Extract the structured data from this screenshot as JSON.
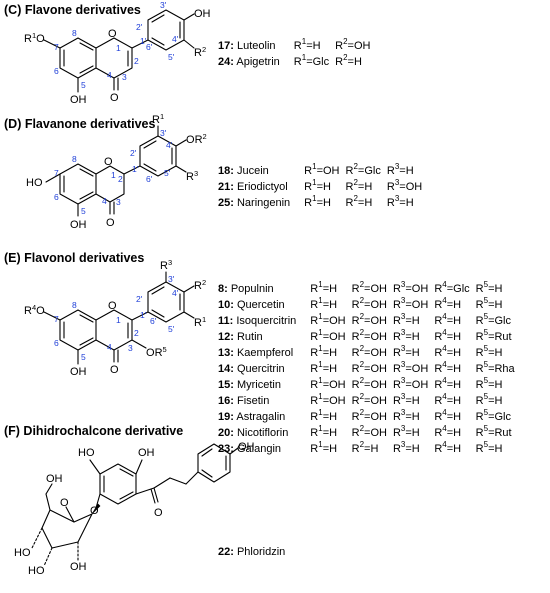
{
  "sections": {
    "C": {
      "title": "(C) Flavone derivatives"
    },
    "D": {
      "title": "(D) Flavanone derivatives"
    },
    "E": {
      "title": "(E) Flavonol derivatives"
    },
    "F": {
      "title": "(F) Dihidrochalcone derivative"
    }
  },
  "atoms": {
    "OH": "OH",
    "O": "O",
    "R": "R",
    "HO": "HO"
  },
  "compounds_C": [
    {
      "num": "17:",
      "name": "Luteolin",
      "r1": "=H",
      "r2": "=OH"
    },
    {
      "num": "24:",
      "name": "Apigetrin",
      "r1": "=Glc",
      "r2": "=H"
    }
  ],
  "compounds_D": [
    {
      "num": "18:",
      "name": "Jucein",
      "r1": "=OH",
      "r2": "=Glc",
      "r3": "=H"
    },
    {
      "num": "21:",
      "name": "Eriodictyol",
      "r1": "=H",
      "r2": "=H",
      "r3": "=OH"
    },
    {
      "num": "25:",
      "name": "Naringenin",
      "r1": "=H",
      "r2": "=H",
      "r3": "=H"
    }
  ],
  "compounds_E": [
    {
      "num": "8:",
      "name": "Populnin",
      "r1": "=H",
      "r2": "=OH",
      "r3": "=OH",
      "r4": "=Glc",
      "r5": "=H"
    },
    {
      "num": "10:",
      "name": "Quercetin",
      "r1": "=H",
      "r2": "=OH",
      "r3": "=OH",
      "r4": "=H",
      "r5": "=H"
    },
    {
      "num": "11:",
      "name": "Isoquercitrin",
      "r1": "=OH",
      "r2": "=OH",
      "r3": "=H",
      "r4": "=H",
      "r5": "=Glc"
    },
    {
      "num": "12:",
      "name": "Rutin",
      "r1": "=OH",
      "r2": "=OH",
      "r3": "=H",
      "r4": "=H",
      "r5": "=Rut"
    },
    {
      "num": "13:",
      "name": "Kaempferol",
      "r1": "=H",
      "r2": "=OH",
      "r3": "=H",
      "r4": "=H",
      "r5": "=H"
    },
    {
      "num": "14:",
      "name": "Quercitrin",
      "r1": "=H",
      "r2": "=OH",
      "r3": "=OH",
      "r4": "=H",
      "r5": "=Rha"
    },
    {
      "num": "15:",
      "name": "Myricetin",
      "r1": "=OH",
      "r2": "=OH",
      "r3": "=OH",
      "r4": "=H",
      "r5": "=H"
    },
    {
      "num": "16:",
      "name": "Fisetin",
      "r1": "=OH",
      "r2": "=OH",
      "r3": "=H",
      "r4": "=H",
      "r5": "=H"
    },
    {
      "num": "19:",
      "name": "Astragalin",
      "r1": "=H",
      "r2": "=OH",
      "r3": "=H",
      "r4": "=H",
      "r5": "=Glc"
    },
    {
      "num": "20:",
      "name": "Nicotiflorin",
      "r1": "=H",
      "r2": "=OH",
      "r3": "=H",
      "r4": "=H",
      "r5": "=Rut"
    },
    {
      "num": "23:",
      "name": "Galangin",
      "r1": "=H",
      "r2": "=H",
      "r3": "=H",
      "r4": "=H",
      "r5": "=H"
    }
  ],
  "compound_F": {
    "num": "22:",
    "name": "Phloridzin"
  }
}
